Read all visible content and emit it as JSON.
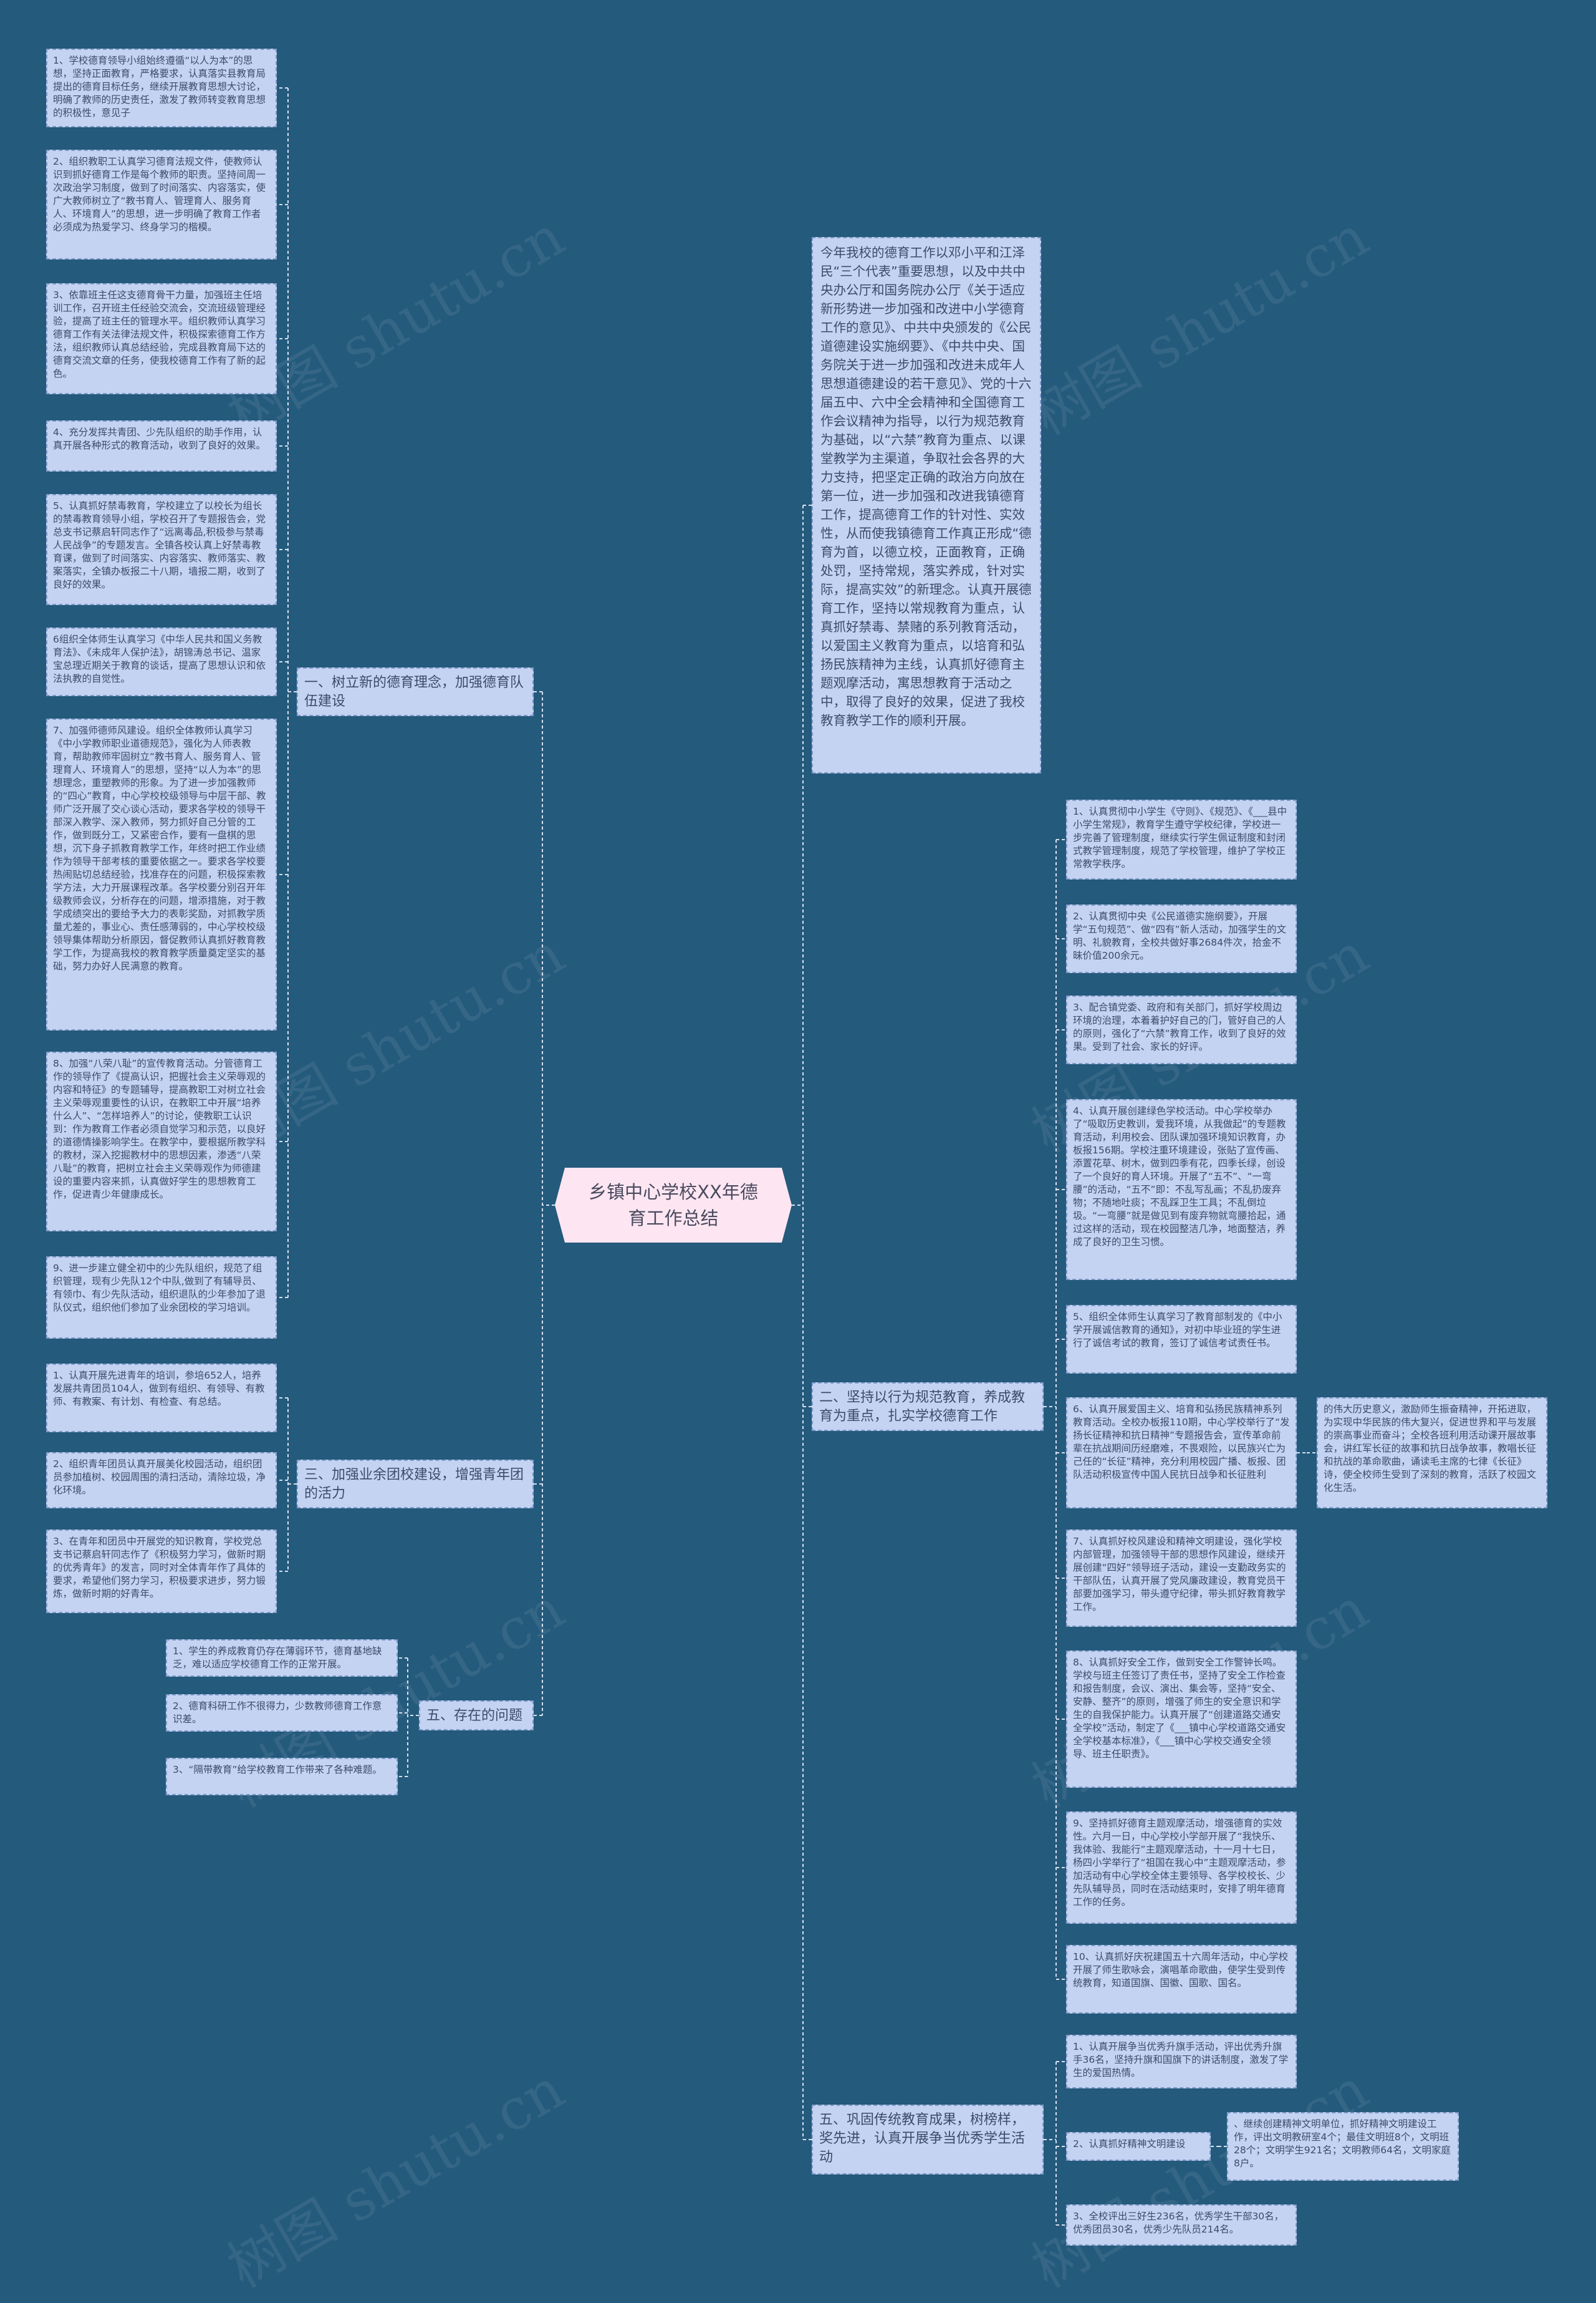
{
  "root": "乡镇中心学校XX年德育工作总结",
  "intro": "今年我校的德育工作以邓小平和江泽民“三个代表”重要思想，以及中共中央办公厅和国务院办公厅《关于适应新形势进一步加强和改进中小学德育工作的意见》、中共中央颁发的《公民道德建设实施纲要》、《中共中央、国务院关于进一步加强和改进未成年人思想道德建设的若干意见》、党的十六届五中、六中全会精神和全国德育工作会议精神为指导，以行为规范教育为基础，以“六禁”教育为重点、以课堂教学为主渠道，争取社会各界的大力支持，把坚定正确的政治方向放在第一位，进一步加强和改进我镇德育工作，提高德育工作的针对性、实效性，从而使我镇德育工作真正形成“德育为首，以德立校，正面教育，正确处罚，坚持常规，落实养成，针对实际，提高实效”的新理念。认真开展德育工作，坚持以常规教育为重点，认真抓好禁毒、禁赌的系列教育活动，以爱国主义教育为重点，以培育和弘扬民族精神为主线，认真抓好德育主题观摩活动，寓思想教育于活动之中，取得了良好的效果，促进了我校教育教学工作的顺利开展。",
  "branches": {
    "b1": {
      "label": "一、树立新的德育理念，加强德育队伍建设",
      "items": [
        "1、学校德育领导小组始终遵循“以人为本”的思想，坚持正面教育，严格要求，认真落实县教育局提出的德育目标任务，继续开展教育思想大讨论，明确了教师的历史责任，激发了教师转变教育思想的积极性，意见子",
        "2、组织教职工认真学习德育法规文件，使教师认识到抓好德育工作是每个教师的职责。坚持间周一次政治学习制度，做到了时间落实、内容落实，使广大教师树立了“教书育人、管理育人、服务育人、环境育人”的思想，进一步明确了教育工作者必须成为热爱学习、终身学习的楷模。",
        "3、依靠班主任这支德育骨干力量，加强班主任培训工作，召开班主任经验交流会，交流班级管理经验，提高了班主任的管理水平。组织教师认真学习德育工作有关法律法规文件，积极探索德育工作方法，组织教师认真总结经验，完成县教育局下达的德育交流文章的任务，使我校德育工作有了新的起色。",
        "4、充分发挥共青团、少先队组织的助手作用，认真开展各种形式的教育活动，收到了良好的效果。",
        "5、认真抓好禁毒教育，学校建立了以校长为组长的禁毒教育领导小组，学校召开了专题报告会，党总支书记蔡启轩同志作了“远离毒品,积极参与禁毒人民战争”的专题发言。全镇各校认真上好禁毒教育课，做到了时间落实、内容落实、教师落实、教案落实，全镇办板报二十八期，墙报二期，收到了良好的效果。",
        "6组织全体师生认真学习《中华人民共和国义务教育法》、《未成年人保护法》，胡锦涛总书记、温家宝总理近期关于教育的谈话，提高了思想认识和依法执教的自觉性。",
        "7、加强师德师风建设。组织全体教师认真学习《中小学教师职业道德规范》，强化为人师表教育，帮助教师牢固树立“教书育人、服务育人、管理育人、环境育人”的思想，坚持“以人为本”的思想理念，重塑教师的形象。为了进一步加强教师的“四心”教育，中心学校校级领导与中层干部、教师广泛开展了交心谈心活动，要求各学校的领导干部深入教学、深入教师，努力抓好自己分管的工作，做到既分工，又紧密合作，要有一盘棋的思想，沉下身子抓教育教学工作，年终时把工作业绩作为领导干部考核的重要依据之一。要求各学校要热闹贴切总结经验，找准存在的问题，积极探索教学方法，大力开展课程改革。各学校要分别召开年级教师会议，分析存在的问题，增添措施，对于教学成绩突出的要给予大力的表彰奖励，对抓教学质量尤差的，事业心、责任感薄弱的，中心学校校级领导集体帮助分析原因，督促教师认真抓好教育教学工作，为提高我校的教育教学质量奠定坚实的基础，努力办好人民满意的教育。",
        "8、加强“八荣八耻”的宣传教育活动。分管德育工作的领导作了《提高认识，把握社会主义荣辱观的内容和特征》的专题辅导，提高教职工对树立社会主义荣辱观重要性的认识，在教职工中开展“培养什么人”、“怎样培养人”的讨论，使教职工认识到：作为教育工作者必须自觉学习和示范，以良好的道德情操影响学生。在教学中，要根据所教学科的教材，深入挖掘教材中的思想因素，渗透“八荣八耻”的教育，把树立社会主义荣辱观作为师德建设的重要内容来抓，认真做好学生的思想教育工作，促进青少年健康成长。",
        "9、进一步建立健全初中的少先队组织，规范了组织管理，现有少先队12个中队,做到了有辅导员、有领巾、有少先队活动，组织退队的少年参加了退队仪式，组织他们参加了业余团校的学习培训。"
      ]
    },
    "b3": {
      "label": "三、加强业余团校建设，增强青年团的活力",
      "items": [
        "1、认真开展先进青年的培训，参培652人，培养发展共青团员104人，做到有组织、有领导、有教师、有教案、有计划、有检查、有总结。",
        "2、组织青年团员认真开展美化校园活动，组织团员参加植树、校园周围的清扫活动，清除垃圾，净化环境。",
        "3、在青年和团员中开展党的知识教育，学校党总支书记蔡启轩同志作了《积极努力学习，做新时期的优秀青年》的发言，同时对全体青年作了具体的要求，希望他们努力学习，积极要求进步，努力锻炼，做新时期的好青年。"
      ]
    },
    "b5": {
      "label": "五、存在的问题",
      "items": [
        "1、学生的养成教育仍存在薄弱环节，德育基地缺乏，难以适应学校德育工作的正常开展。",
        "2、德育科研工作不很得力，少数教师德育工作意识差。",
        "3、“隔带教育”给学校教育工作带来了各种难题。"
      ]
    },
    "b2": {
      "label": "二、坚持以行为规范教育，养成教育为重点，扎实学校德育工作",
      "items": [
        "1、认真贯彻中小学生《守则》、《规范》、《___县中小学生常规》，教育学生遵守学校纪律，学校进一步完善了管理制度，继续实行学生佩证制度和封闭式教学管理制度，规范了学校管理，维护了学校正常教学秩序。",
        "2、认真贯彻中央《公民道德实施纲要》，开展学“五句规范”、做“四有”新人活动，加强学生的文明、礼貌教育，全校共做好事2684件次，拾金不昧价值200余元。",
        "3、配合镇党委、政府和有关部门，抓好学校周边环境的治理，本着着护好自己的门，管好自己的人的原则，强化了“六禁”教育工作，收到了良好的效果。受到了社会、家长的好评。",
        "4、认真开展创建绿色学校活动。中心学校举办了“吸取历史教训，爱我环境，从我做起”的专题教育活动，利用校会、团队课加强环境知识教育，办板报156期。学校注重环境建设，张贴了宣传画、添置花草、树木，做到四季有花，四季长绿，创设了一个良好的育人环境。开展了“五不”、“一弯腰”的活动，“五不”即：不乱写乱画；不乱扔废弃物；不随地吐痰；不乱踩卫生工具；不乱倒垃圾。“一弯腰”就是做见到有废弃物就弯腰拾起，通过这样的活动，现在校园整洁几净，地面整洁，养成了良好的卫生习惯。",
        "5、组织全体师生认真学习了教育部制发的《中小学开展诚信教育的通知》，对初中毕业班的学生进行了诚信考试的教育，签订了诚信考试责任书。",
        "6、认真开展爱国主义、培育和弘扬民族精神系列教育活动。全校办板报110期，中心学校举行了“发扬长征精神和抗日精神”专题报告会，宣传革命前辈在抗战期间历经磨难，不畏艰险，以民族兴亡为己任的“长征”精神，充分利用校园广播、板报、团队活动积极宣传中国人民抗日战争和长征胜利",
        "7、认真抓好校风建设和精神文明建设，强化学校内部管理，加强领导干部的思想作风建设，继续开展创建“四好”领导班子活动，建设一支勤政务实的干部队伍，认真开展了党风廉政建设，教育党员干部要加强学习，带头遵守纪律，带头抓好教育教学工作。",
        "8、认真抓好安全工作，做到安全工作警钟长鸣。学校与班主任签订了责任书，坚持了安全工作检查和报告制度，会议、演出、集会等，坚持“安全、安静、整齐”的原则，增强了师生的安全意识和学生的自我保护能力。认真开展了“创建道路交通安全学校”活动，制定了《___镇中心学校道路交通安全学校基本标准》，《___镇中心学校交通安全领导、班主任职责》。",
        "9、坚持抓好德育主题观摩活动，增强德育的实效性。六月一日，中心学校小学部开展了“我快乐、我体验、我能行”主题观摩活动，十一月十七日，杨四小学举行了“祖国在我心中”主题观摩活动，参加活动有中心学校全体主要领导、各学校校长、少先队辅导员，同时在活动结束时，安排了明年德育工作的任务。",
        "10、认真抓好庆祝建国五十六周年活动，中心学校开展了师生歌咏会，演唱革命歌曲，使学生受到传统教育，知道国旗、国徽、国歌、国名。"
      ],
      "sub": "的伟大历史意义，激励师生振奋精神，开拓进取，为实现中华民族的伟大复兴，促进世界和平与发展的崇高事业而奋斗；全校各班利用活动课开展故事会，讲红军长征的故事和抗日战争故事，教唱长征和抗战的革命歌曲，诵读毛主席的七律《长征》诗，使全校师生受到了深刻的教育，活跃了校园文化生活。"
    },
    "b4": {
      "label": "五、巩固传统教育成果，树榜样，奖先进，认真开展争当优秀学生活动",
      "items": [
        "1、认真开展争当优秀升旗手活动，评出优秀升旗手36名，坚持升旗和国旗下的讲话制度，激发了学生的爱国热情。",
        "2、认真抓好精神文明建设",
        "3、全校评出三好生236名，优秀学生干部30名，优秀团员30名，优秀少先队员214名。"
      ],
      "sub": "、继续创建精神文明单位，抓好精神文明建设工作，评出文明教研室4个；最佳文明班8个，文明班28个；文明学生921名；文明教师64名，文明家庭8户。"
    }
  },
  "watermark": "树图 shutu.cn"
}
